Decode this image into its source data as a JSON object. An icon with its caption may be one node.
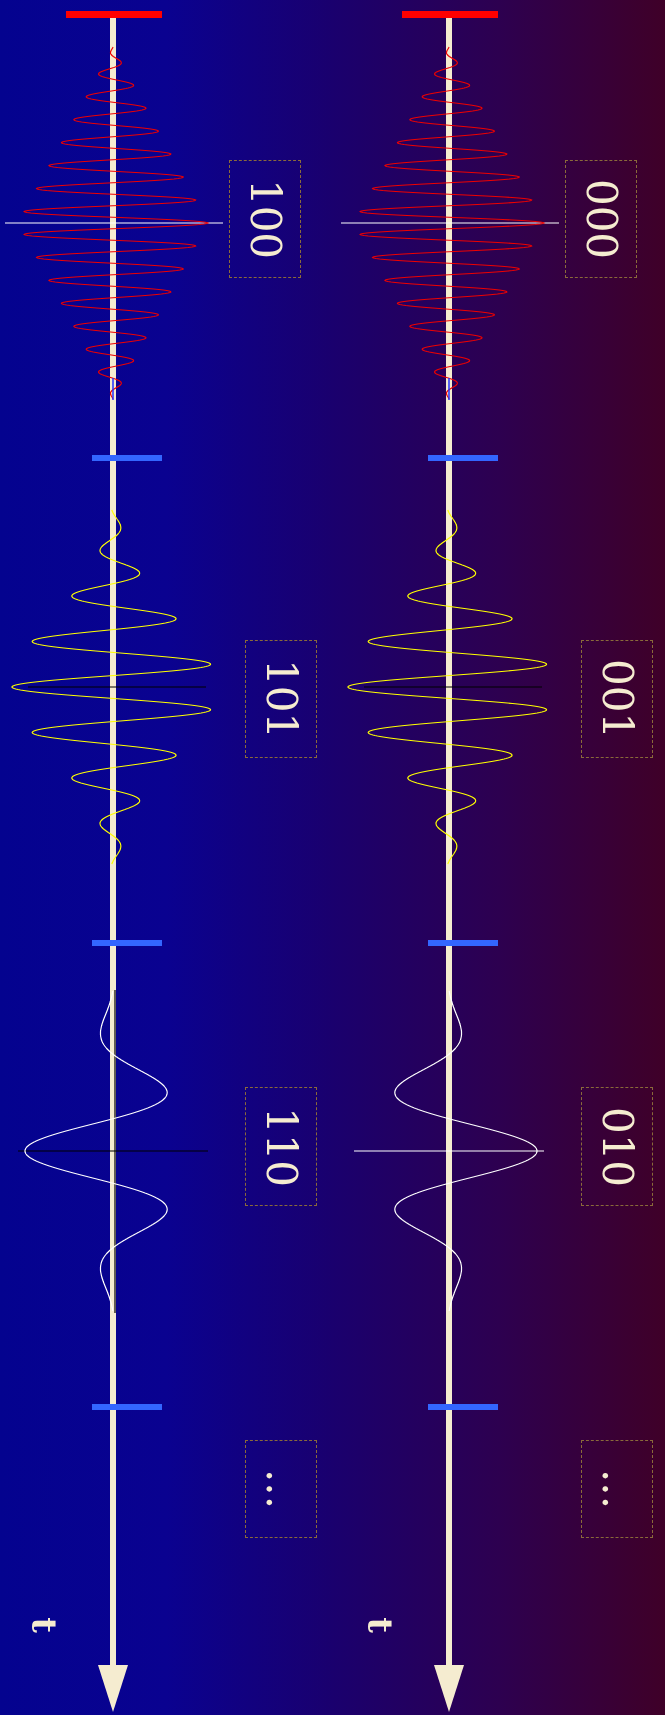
{
  "diagram": {
    "nodes": [
      {
        "text": [
          "100"
        ]
      },
      {
        "text": [
          "101"
        ]
      },
      {
        "text": [
          "110"
        ]
      },
      {
        "text": [
          "..."
        ]
      },
      {
        "text": [
          "000"
        ]
      },
      {
        "text": [
          "001"
        ]
      },
      {
        "text": [
          "010"
        ]
      },
      {
        "text": [
          "..."
        ]
      }
    ],
    "labels": [
      "t",
      "t"
    ]
  }
}
